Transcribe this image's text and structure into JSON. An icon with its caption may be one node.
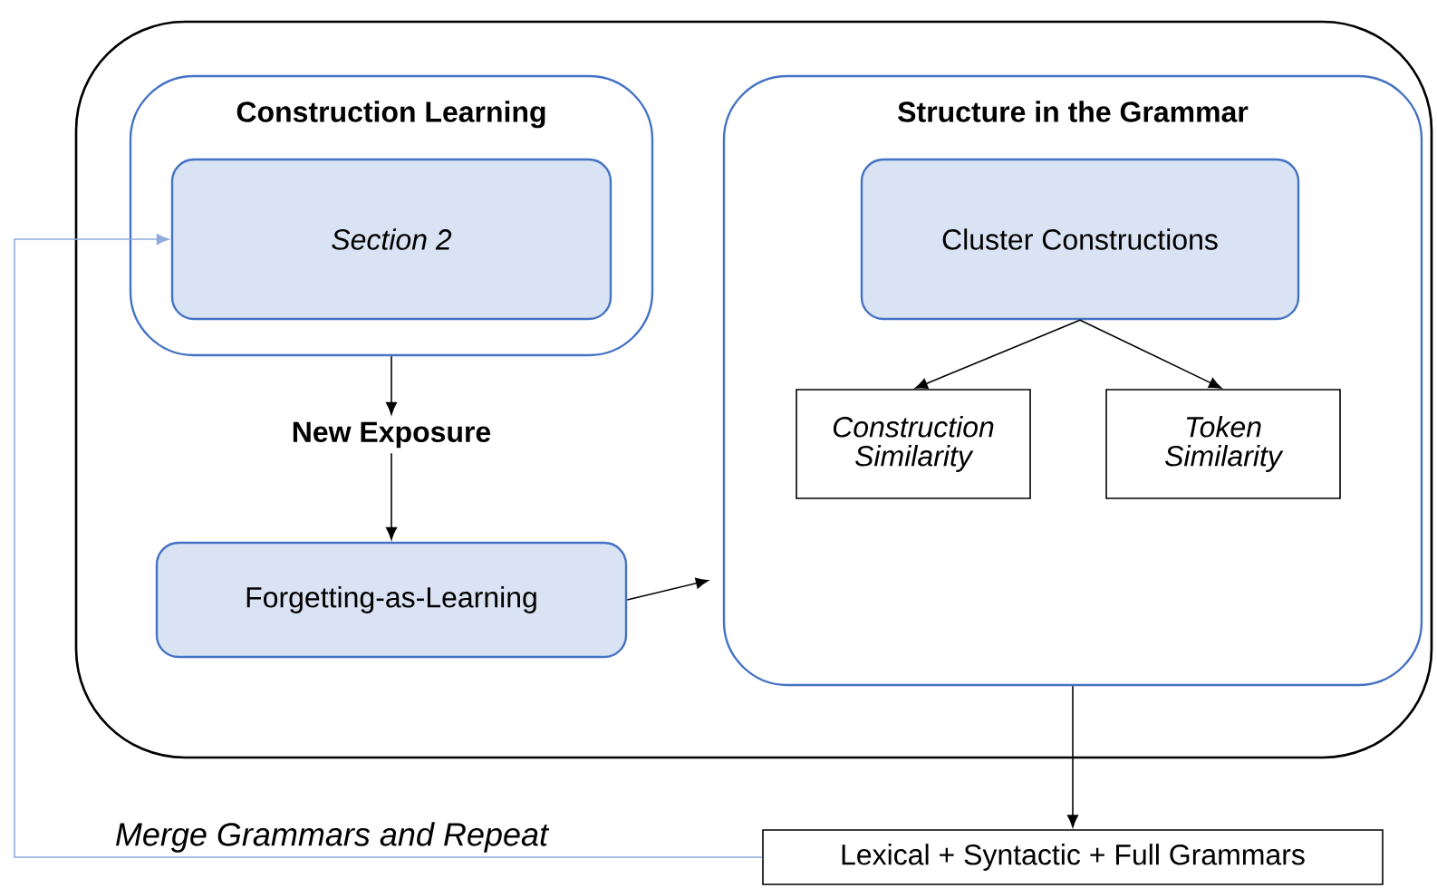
{
  "diagram": {
    "nodes": [
      {
        "text": [],
        "shape": "box"
      },
      {
        "text": [
          "Construction Learning"
        ],
        "in": 0
      },
      {
        "text": [
          "Section 2"
        ],
        "in": 1
      },
      {
        "text": [
          "New Exposure"
        ],
        "in": 0
      },
      {
        "text": [
          "Forgetting-as-Learning"
        ],
        "in": 0
      },
      {
        "text": [
          "Structure in the Grammar"
        ],
        "in": 0
      },
      {
        "text": [
          "Cluster Constructions"
        ],
        "in": 5
      },
      {
        "text": [
          "Construction Similarity"
        ],
        "in": 5
      },
      {
        "text": [
          "Token Similarity"
        ],
        "in": 5
      },
      {
        "text": [
          "Lexical + Syntactic + Full Grammars"
        ]
      }
    ],
    "edges": [
      {
        "from": 1,
        "to": 3,
        "arrow": "to"
      },
      {
        "from": 3,
        "to": 4,
        "arrow": "to"
      },
      {
        "from": 4,
        "to": 5,
        "arrow": "to"
      },
      {
        "from": 6,
        "to": 7,
        "arrow": "to"
      },
      {
        "from": 6,
        "to": 8,
        "arrow": "to"
      },
      {
        "from": 5,
        "to": 9,
        "arrow": "to"
      },
      {
        "from": 9,
        "to": 2,
        "arrow": "to",
        "label": "Merge Grammars and Repeat",
        "color": "#8faadc"
      }
    ]
  }
}
